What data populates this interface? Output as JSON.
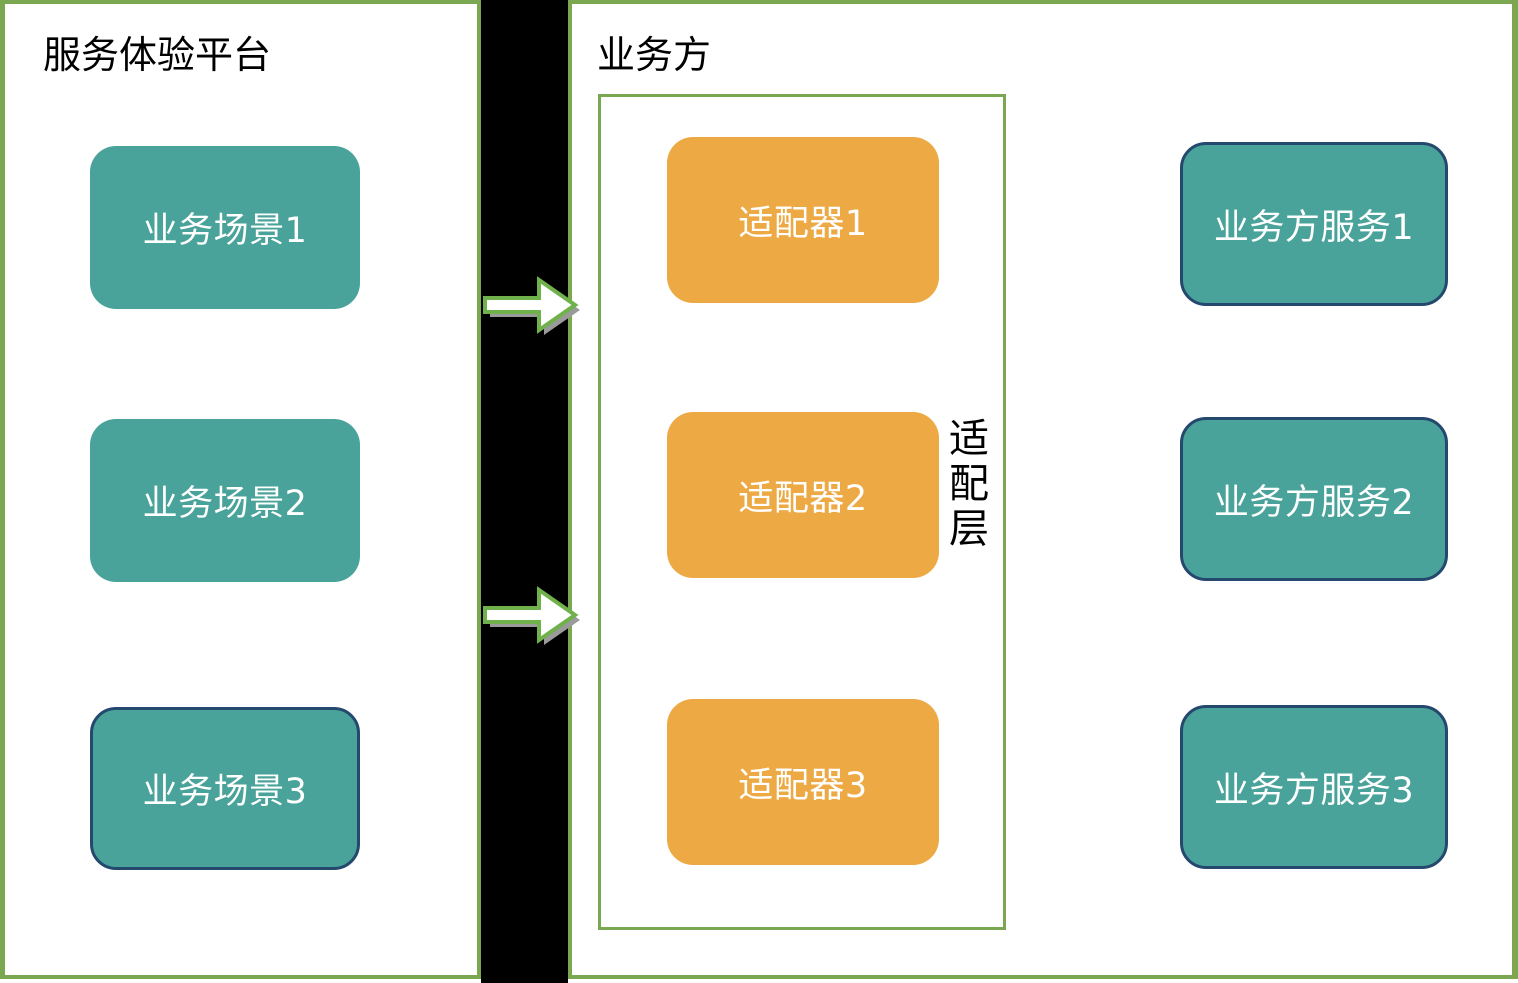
{
  "diagram": {
    "title_left": "服务体验平台",
    "title_right": "业务方",
    "adapter_layer_label": "适配层",
    "colors": {
      "panel_border_green": "#7aa74f",
      "divider_black": "#000000",
      "teal_fill": "#4aa39a",
      "teal_border_navy": "#24486e",
      "orange_fill": "#eda944",
      "arrow_border_green": "#6fb14a",
      "arrow_fill_white": "#ffffff",
      "arrow_shadow_gray": "#9a9a9a",
      "node_text_white": "#ffffff",
      "title_text_black": "#000000"
    }
  },
  "left_panel": {
    "title": "服务体验平台",
    "nodes": [
      {
        "label": "业务场景1"
      },
      {
        "label": "业务场景2"
      },
      {
        "label": "业务场景3"
      }
    ]
  },
  "right_panel": {
    "title": "业务方",
    "adapter_layer": {
      "label": "适配层",
      "nodes": [
        {
          "label": "适配器1"
        },
        {
          "label": "适配器2"
        },
        {
          "label": "适配器3"
        }
      ]
    },
    "services": [
      {
        "label": "业务方服务1"
      },
      {
        "label": "业务方服务2"
      },
      {
        "label": "业务方服务3"
      }
    ]
  },
  "arrows": [
    {
      "name": "arrow-top",
      "direction": "right"
    },
    {
      "name": "arrow-bottom",
      "direction": "right"
    }
  ]
}
